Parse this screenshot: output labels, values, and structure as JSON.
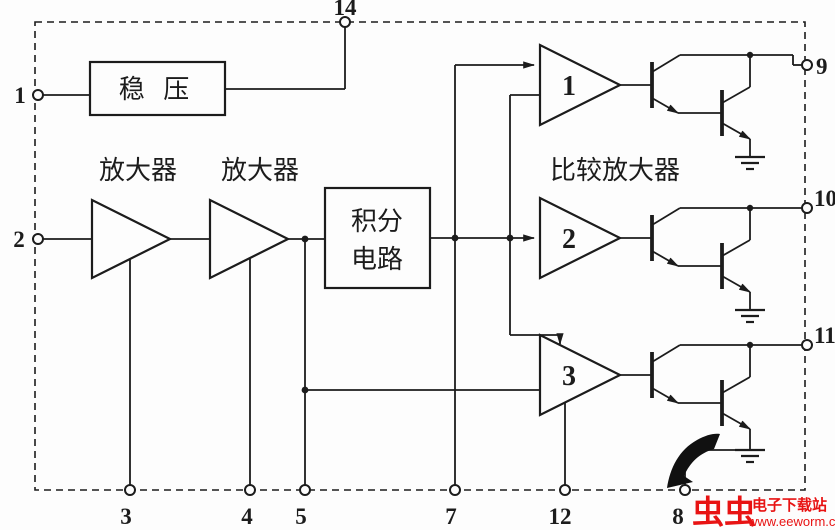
{
  "colors": {
    "ink": "#1c1c1c",
    "paper": "#fdfdfd",
    "watermark": "#e81313"
  },
  "blocks": {
    "regulator": "稳 压",
    "amplifier_left": "放大器",
    "amplifier_right": "放大器",
    "integrator_top": "积分",
    "integrator_bottom": "电路",
    "comparator_group": "比较放大器",
    "comparator_1": "1",
    "comparator_2": "2",
    "comparator_3": "3"
  },
  "pins": {
    "p1": "1",
    "p2": "2",
    "p3": "3",
    "p4": "4",
    "p5": "5",
    "p7": "7",
    "p8": "8",
    "p9": "9",
    "p10": "10",
    "p11": "11",
    "p12": "12",
    "p14": "14"
  },
  "watermark": {
    "logo": "虫虫",
    "site": "电子下载站",
    "url": "www.eeworm.com"
  }
}
